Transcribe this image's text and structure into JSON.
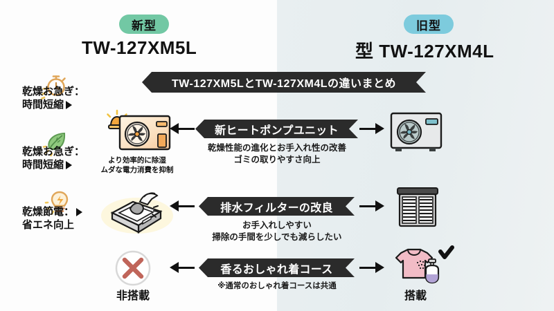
{
  "header": {
    "new_badge": "新型",
    "new_model": "TW-127XM5L",
    "old_badge": "旧型",
    "old_model": "型 TW-127XM4L",
    "new_badge_color": "#72c8a4",
    "old_badge_color": "#7dcbdd"
  },
  "title_ribbon": "TW-127XM5LとTW-127XM4Lの違いまとめ",
  "left_features": [
    {
      "line1": "乾燥お急ぎ：",
      "line2": "時間短縮",
      "icon": "stopwatch-icon"
    },
    {
      "line1": "乾燥お急ぎ：",
      "line2": "時間短縮",
      "icon": "leaf-icon"
    },
    {
      "line1": "乾燥節電：",
      "line2": "省エネ向上",
      "icon": "lightbulb-icon"
    }
  ],
  "heatpump_caption": {
    "line1": "より効率的に除湿",
    "line2": "ムダな電力消費を抑制"
  },
  "sections": [
    {
      "banner": "新ヒートポンプユニット",
      "sub_line1": "乾燥性能の進化とお手入れ性の改善",
      "sub_line2": "ゴミの取りやすさ向上",
      "left_icon": "heat-pump-unit-new-icon",
      "right_icon": "heat-pump-unit-old-icon"
    },
    {
      "banner": "排水フィルターの改良",
      "sub_line1": "お手入れしやすい",
      "sub_line2": "掃除の手間を少しでも減らしたい",
      "left_icon": "drain-filter-hand-icon",
      "right_icon": "drain-filter-old-icon"
    },
    {
      "banner": "香るおしゃれ着コース",
      "sub_line1": "※通常のおしゃれ着コースは共通",
      "sub_line2": "",
      "left_icon": "cross-mark-icon",
      "right_icon": "perfume-shirt-icon"
    }
  ],
  "status": {
    "left_label": "非搭載",
    "right_label": "搭載"
  }
}
